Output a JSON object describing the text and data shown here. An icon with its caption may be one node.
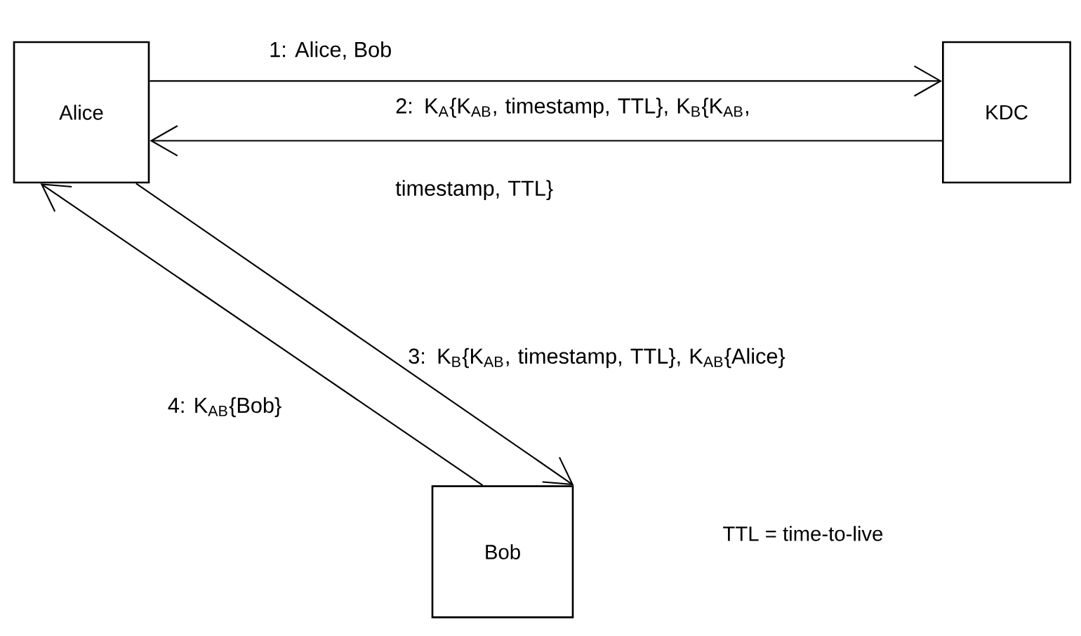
{
  "diagram": {
    "nodes": [
      {
        "text": [
          "Alice"
        ]
      },
      {
        "text": [
          "KDC"
        ]
      },
      {
        "text": [
          "Bob"
        ]
      }
    ],
    "edges": [
      {
        "from": 0,
        "to": 1,
        "arrow": "to",
        "label": "1: Alice, Bob"
      },
      {
        "from": 1,
        "to": 0,
        "arrow": "to",
        "label": "2:  K$_{A}${K$_{AB}$, timestamp, TTL}, K$_{B}${K$_{AB}$, timestamp, TTL}"
      },
      {
        "from": 0,
        "to": 2,
        "arrow": "to",
        "label": "3: K$_{B}${K$_{AB}$, timestamp, TTL}, K$_{AB}${Alice}"
      },
      {
        "from": 2,
        "to": 0,
        "arrow": "to",
        "label": "4: K$_{AB}${Bob}"
      }
    ],
    "labels": [
      "TTL = time-to-live"
    ]
  }
}
